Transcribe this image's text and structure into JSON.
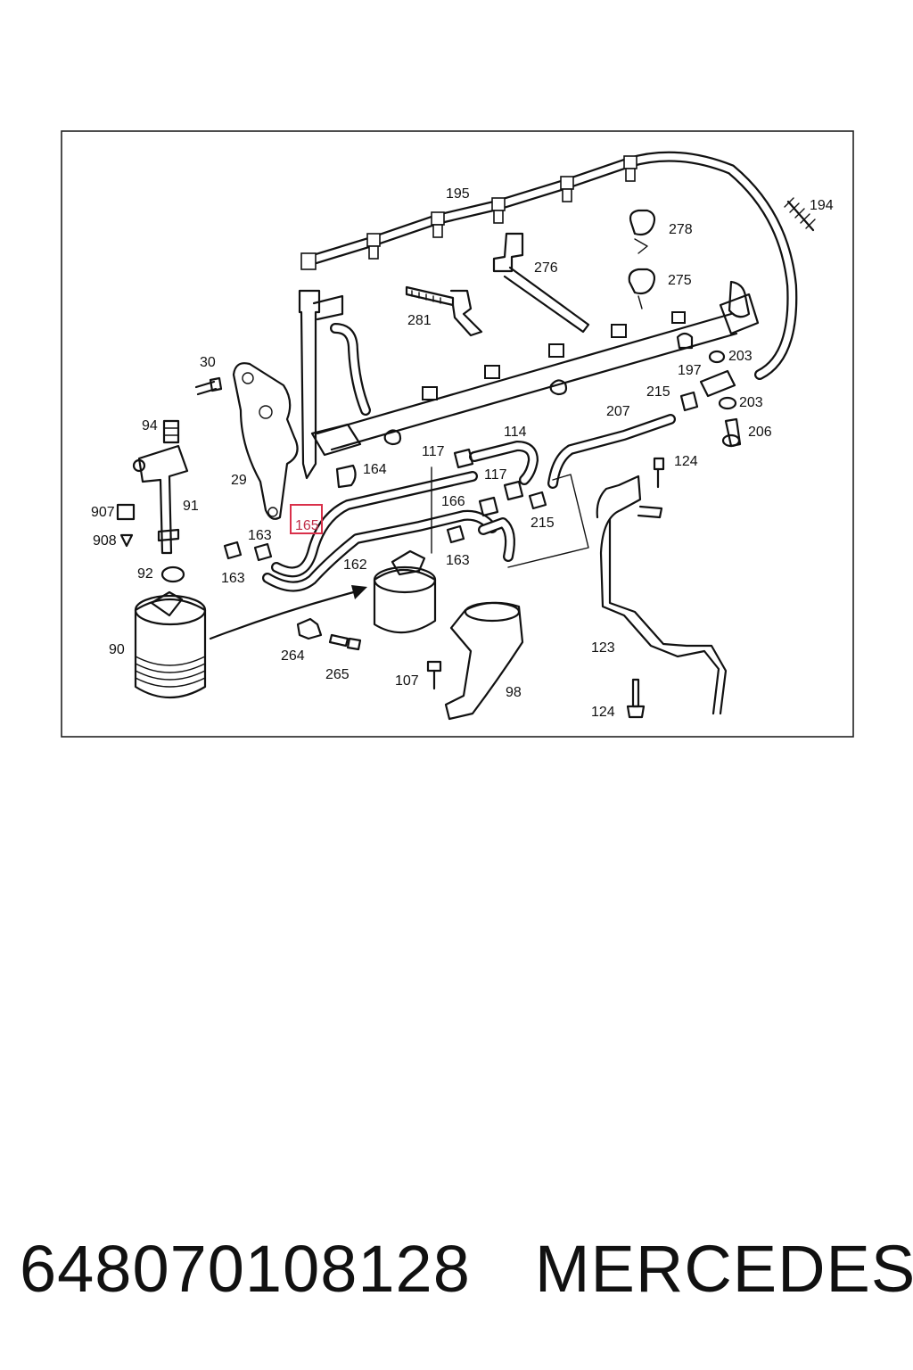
{
  "diagram": {
    "callouts": [
      "195",
      "194",
      "278",
      "276",
      "275",
      "281",
      "30",
      "203",
      "197",
      "215",
      "203",
      "207",
      "206",
      "94",
      "117",
      "114",
      "164",
      "124",
      "29",
      "117",
      "907",
      "91",
      "166",
      "215",
      "165",
      "908",
      "163",
      "162",
      "163",
      "163",
      "92",
      "90",
      "264",
      "265",
      "107",
      "98",
      "123",
      "124"
    ],
    "highlighted_callout": "165",
    "highlight_color": "#d9304a",
    "arrow": "filter-to-housing-arrow"
  },
  "footer": {
    "part_number": "648070108128",
    "brand": "MERCEDES"
  }
}
